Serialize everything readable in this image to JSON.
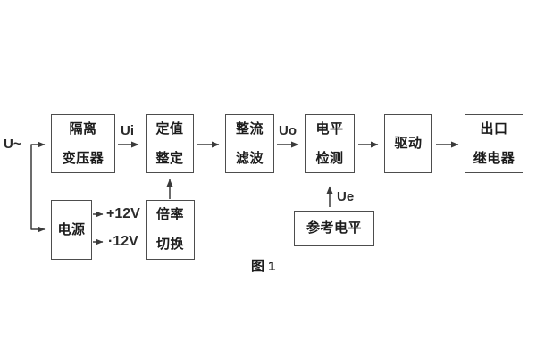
{
  "caption": "图 1",
  "colors": {
    "background": "#ffffff",
    "box_border": "#4d4d4d",
    "box_text": "#1c1c1c",
    "wire": "#3a3a3a",
    "label_text": "#2a2a2a"
  },
  "blocks": [
    {
      "id": "isolation-transformer",
      "lines": [
        "隔离",
        "变压器"
      ]
    },
    {
      "id": "setpoint-adjust",
      "lines": [
        "定值",
        "整定"
      ]
    },
    {
      "id": "rectifier-filter",
      "lines": [
        "整流",
        "滤波"
      ]
    },
    {
      "id": "level-detection",
      "lines": [
        "电平",
        "检测"
      ]
    },
    {
      "id": "drive",
      "lines": [
        "驱动"
      ]
    },
    {
      "id": "output-relay",
      "lines": [
        "出口",
        "继电器"
      ]
    },
    {
      "id": "power-supply",
      "lines": [
        "电源"
      ]
    },
    {
      "id": "ratio-switch",
      "lines": [
        "倍率",
        "切换"
      ]
    },
    {
      "id": "reference-level",
      "lines": [
        "参考电平"
      ]
    }
  ],
  "labels": {
    "input": "U~",
    "ui": "Ui",
    "uo": "Uo",
    "ue": "Ue",
    "rail_pos": "+12V",
    "rail_neg": "·12V"
  }
}
